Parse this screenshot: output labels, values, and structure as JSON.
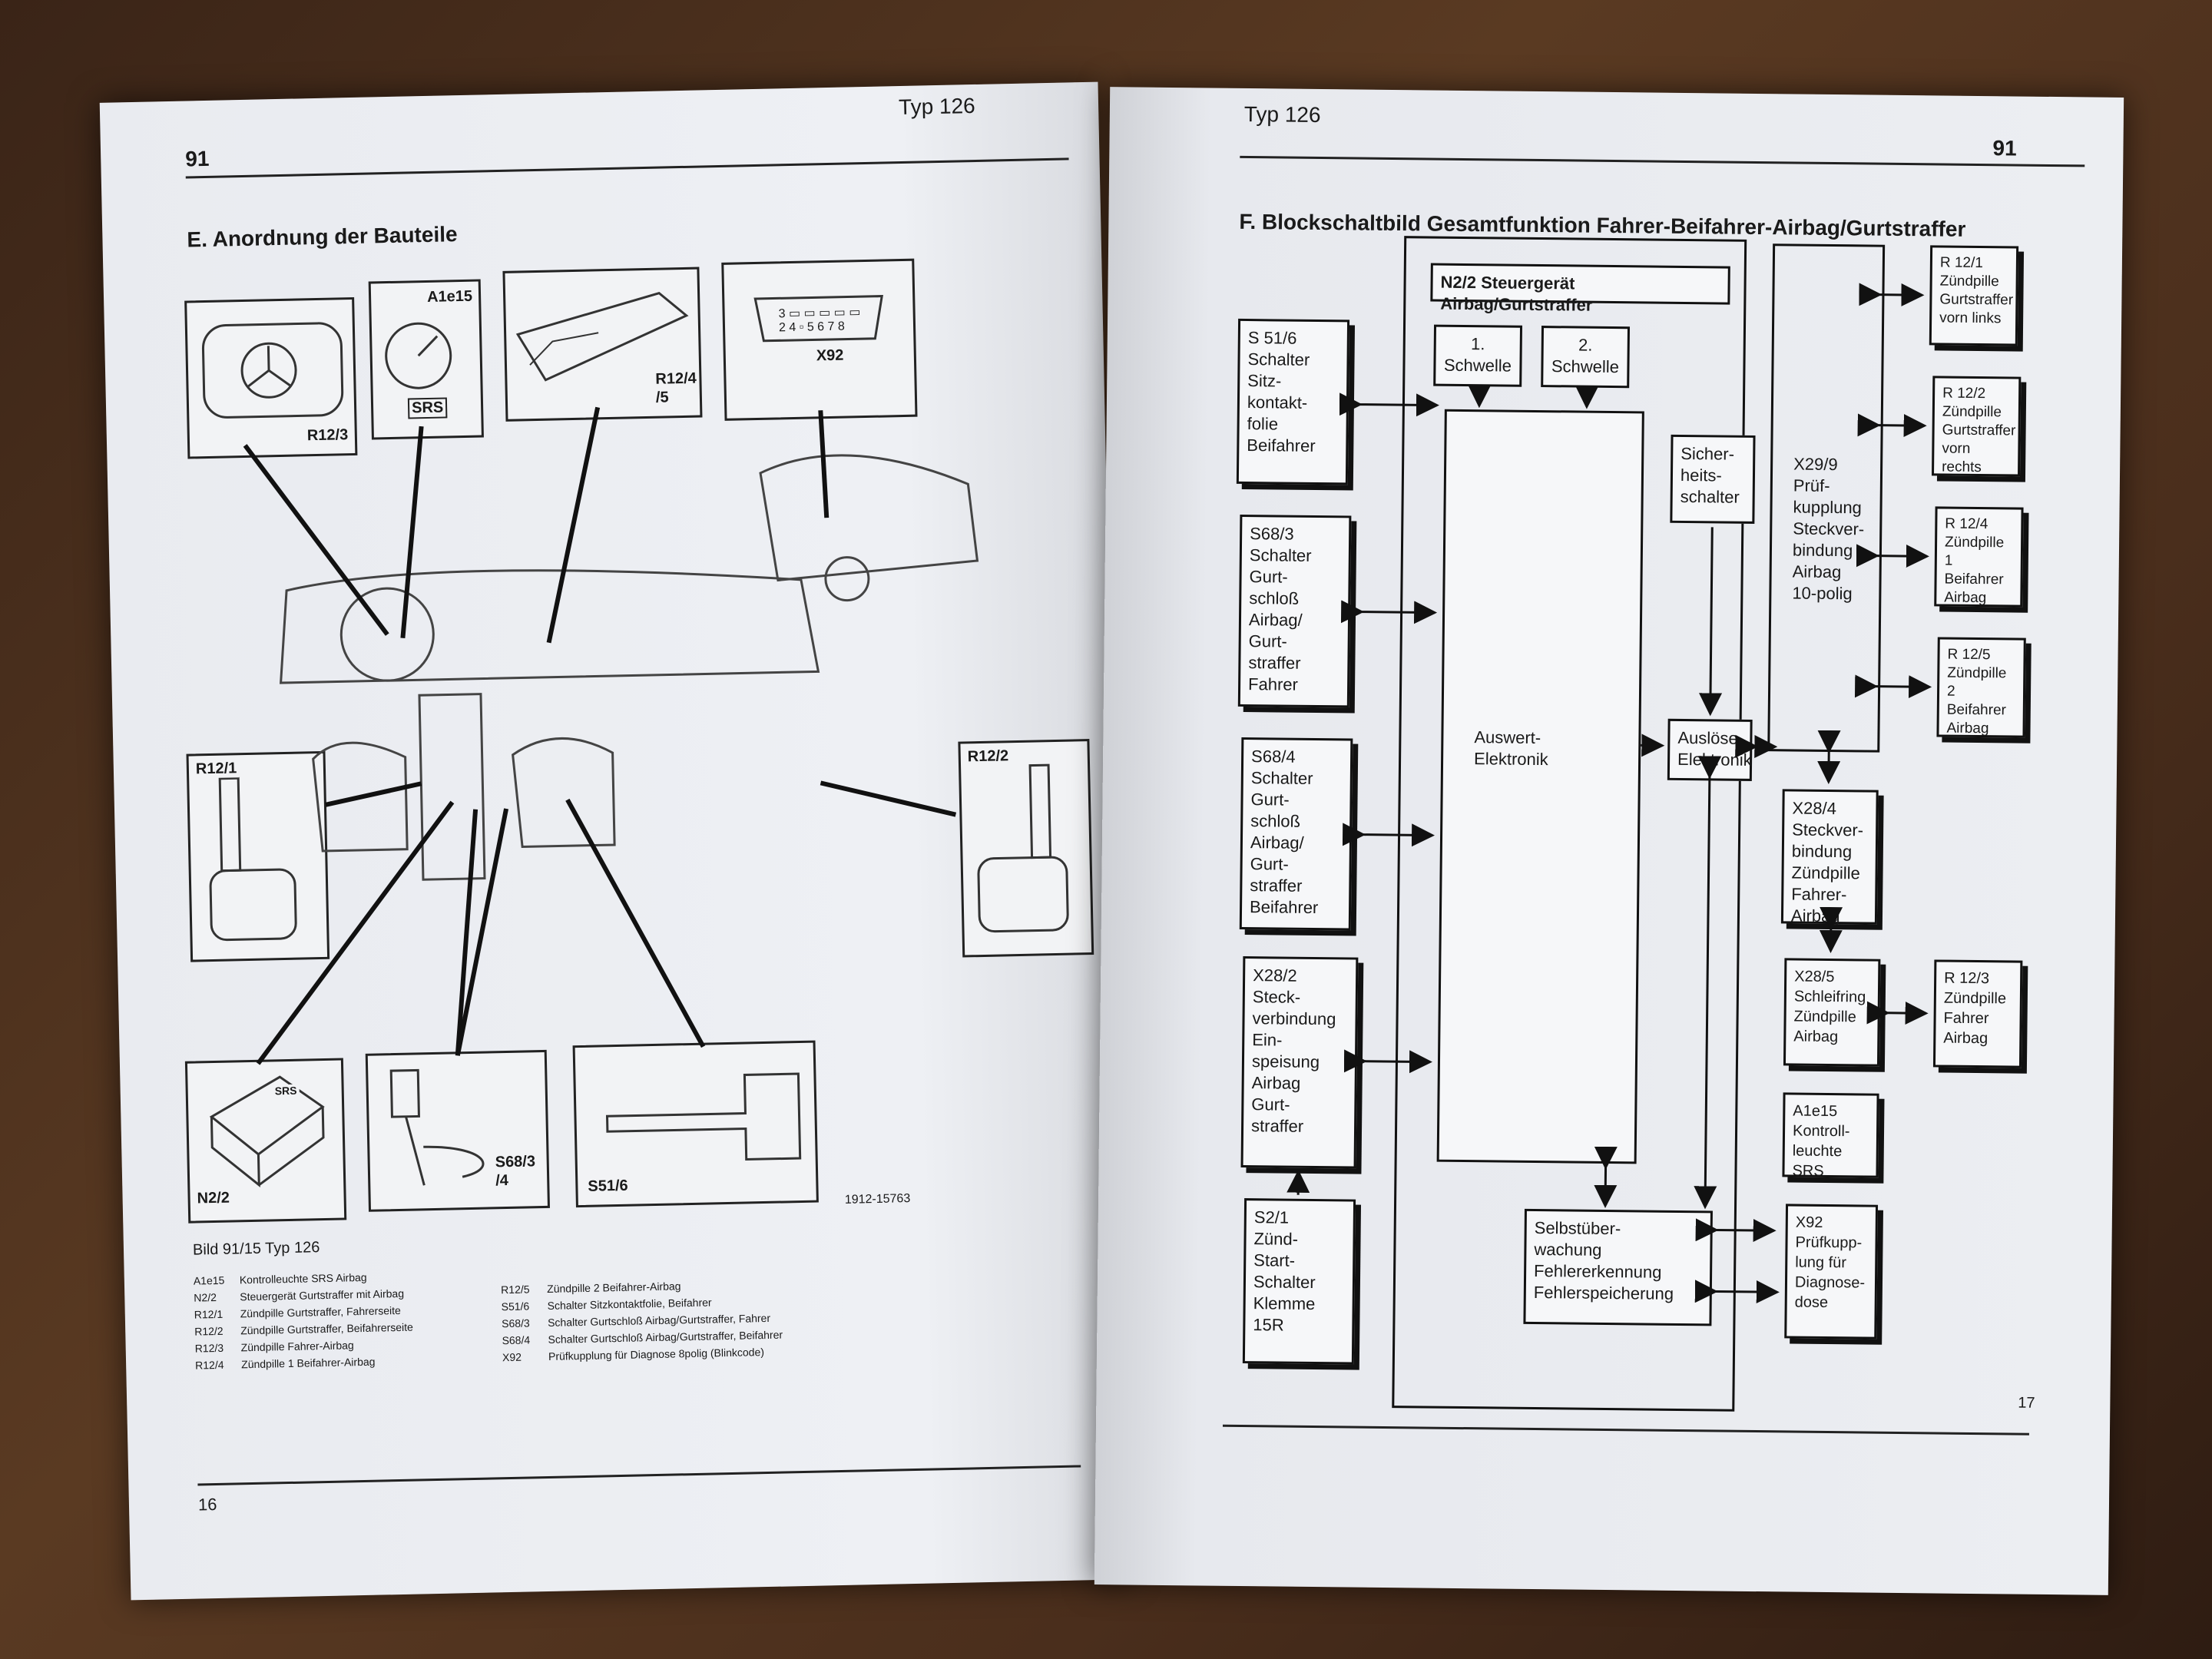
{
  "left": {
    "type_header": "Typ 126",
    "page_section": "91",
    "section_title": "E. Anordnung der Bauteile",
    "callouts": {
      "r12_3": "R12/3",
      "a1e15": "A1e15",
      "srs": "SRS",
      "r12_4": "R12/4\n/5",
      "x92": "X92",
      "r12_1": "R12/1",
      "r12_2": "R12/2",
      "n2_2": "N2/2",
      "s68_3": "S68/3\n/4",
      "s51_6": "S51/6",
      "srs_module": "SRS",
      "diagnostic_pins_top": "3 ▭ ▭ ▭ ▭ ▭",
      "diagnostic_pins_bottom": "2 4 ▫ 5 6 7 8"
    },
    "figure_number": "1912-15763",
    "caption": "Bild 91/15   Typ 126",
    "legend_left": [
      {
        "code": "A1e15",
        "text": "Kontrolleuchte SRS Airbag"
      },
      {
        "code": "N2/2",
        "text": "Steuergerät Gurtstraffer mit Airbag"
      },
      {
        "code": "R12/1",
        "text": "Zündpille Gurtstraffer, Fahrerseite"
      },
      {
        "code": "R12/2",
        "text": "Zündpille Gurtstraffer, Beifahrerseite"
      },
      {
        "code": "R12/3",
        "text": "Zündpille Fahrer-Airbag"
      },
      {
        "code": "R12/4",
        "text": "Zündpille 1 Beifahrer-Airbag"
      }
    ],
    "legend_right": [
      {
        "code": "R12/5",
        "text": "Zündpille 2 Beifahrer-Airbag"
      },
      {
        "code": "S51/6",
        "text": "Schalter Sitzkontaktfolie, Beifahrer"
      },
      {
        "code": "S68/3",
        "text": "Schalter Gurtschloß Airbag/Gurtstraffer, Fahrer"
      },
      {
        "code": "S68/4",
        "text": "Schalter Gurtschloß Airbag/Gurtstraffer, Beifahrer"
      },
      {
        "code": "X92",
        "text": "Prüfkupplung für Diagnose 8polig (Blinkcode)"
      }
    ],
    "page_number": "16"
  },
  "right": {
    "type_header": "Typ 126",
    "page_section": "91",
    "section_title": "F. Blockschaltbild Gesamtfunktion Fahrer-Beifahrer-Airbag/Gurtstraffer",
    "blocks": {
      "n2_2": "N2/2 Steuergerät Airbag/Gurtstraffer",
      "schwelle1": "1.\nSchwelle",
      "schwelle2": "2.\nSchwelle",
      "s51_6": "S 51/6\nSchalter\nSitz-\nkontakt-\nfolie\nBeifahrer",
      "s68_3": "S68/3\nSchalter\nGurt-\nschloß\nAirbag/\nGurt-\nstraffer\nFahrer",
      "s68_4": "S68/4\nSchalter\nGurt-\nschloß\nAirbag/\nGurt-\nstraffer\nBeifahrer",
      "x28_2": "X28/2\nSteck-\nverbindung\nEin-\nspeisung\nAirbag\nGurt-\nstraffer",
      "s2_1": "S2/1\nZünd-\nStart-\nSchalter\nKlemme\n15R",
      "auswert": "Auswert-\nElektronik",
      "sicherheit": "Sicher-\nheits-\nschalter",
      "ausloese": "Auslöse-\nElektronik",
      "selbst": "Selbstüber-\nwachung\nFehlererkennung\nFehlerspeicherung",
      "x29_9": "X29/9\nPrüf-\nkupplung\nSteckver-\nbindung\nAirbag\n10-polig",
      "r12_1": "R 12/1\nZündpille\nGurtstraffer\nvorn links",
      "r12_2": "R 12/2\nZündpille\nGurtstraffer\nvorn rechts",
      "r12_4": "R 12/4\nZündpille 1\nBeifahrer\nAirbag",
      "r12_5": "R 12/5\nZündpille 2\nBeifahrer\nAirbag",
      "x28_4": "X28/4\nSteckver-\nbindung\nZündpille\nFahrer-\nAirbag",
      "x28_5": "X28/5\nSchleifring\nZündpille\nAirbag",
      "r12_3": "R 12/3\nZündpille\nFahrer\nAirbag",
      "a1e15": "A1e15\nKontroll-\nleuchte SRS",
      "x92": "X92\nPrüfkupp-\nlung für\nDiagnose-\ndose"
    },
    "page_number": "17"
  }
}
